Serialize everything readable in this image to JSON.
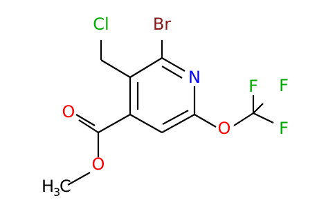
{
  "molecule": {
    "atoms": {
      "chlorine": {
        "label": "Cl",
        "color": "#00aa00"
      },
      "bromine": {
        "label": "Br",
        "color": "#8b1a1a"
      },
      "nitrogen": {
        "label": "N",
        "color": "#0000ff"
      },
      "fluorine_1": {
        "label": "F",
        "color": "#00aa00"
      },
      "fluorine_2": {
        "label": "F",
        "color": "#00aa00"
      },
      "fluorine_3": {
        "label": "F",
        "color": "#00aa00"
      },
      "oxygen_ether": {
        "label": "O",
        "color": "#ff0000"
      },
      "oxygen_carbonyl": {
        "label": "O",
        "color": "#ff0000"
      },
      "oxygen_ester": {
        "label": "O",
        "color": "#ff0000"
      },
      "methyl": {
        "label_main": "H",
        "label_sub": "3",
        "label_tail": "C",
        "color": "#000000"
      }
    }
  }
}
